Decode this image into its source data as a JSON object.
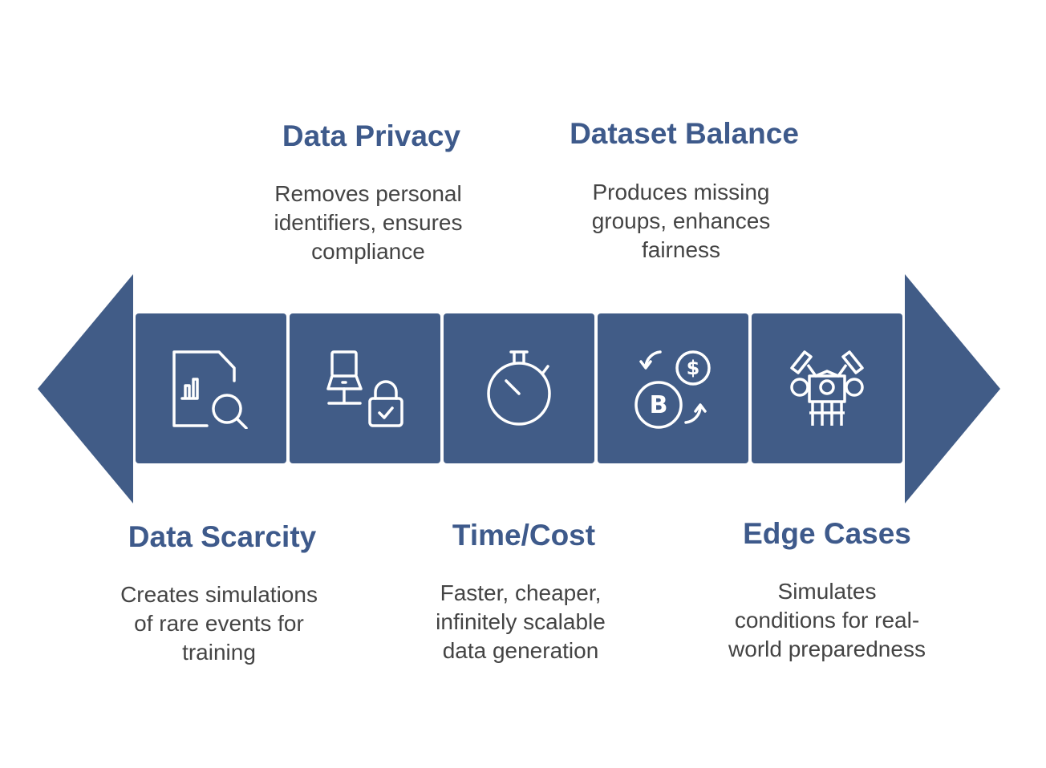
{
  "colors": {
    "accent": "#415C87",
    "title": "#3E5A8B",
    "body": "#444444"
  },
  "items": [
    {
      "title": "Data Scarcity",
      "desc": [
        "Creates simulations",
        "of rare events for",
        "training"
      ],
      "icon": "document-chart-search-icon"
    },
    {
      "title": "Data Privacy",
      "desc": [
        "Removes personal",
        "identifiers, ensures",
        "compliance"
      ],
      "icon": "computer-lock-icon"
    },
    {
      "title": "Time/Cost",
      "desc": [
        "Faster, cheaper,",
        "infinitely scalable",
        "data generation"
      ],
      "icon": "stopwatch-icon"
    },
    {
      "title": "Dataset Balance",
      "desc": [
        "Produces missing",
        "groups, enhances",
        "fairness"
      ],
      "icon": "currency-exchange-icon"
    },
    {
      "title": "Edge Cases",
      "desc": [
        "Simulates",
        "conditions for real-",
        "world preparedness"
      ],
      "icon": "robot-gear-icon"
    }
  ]
}
